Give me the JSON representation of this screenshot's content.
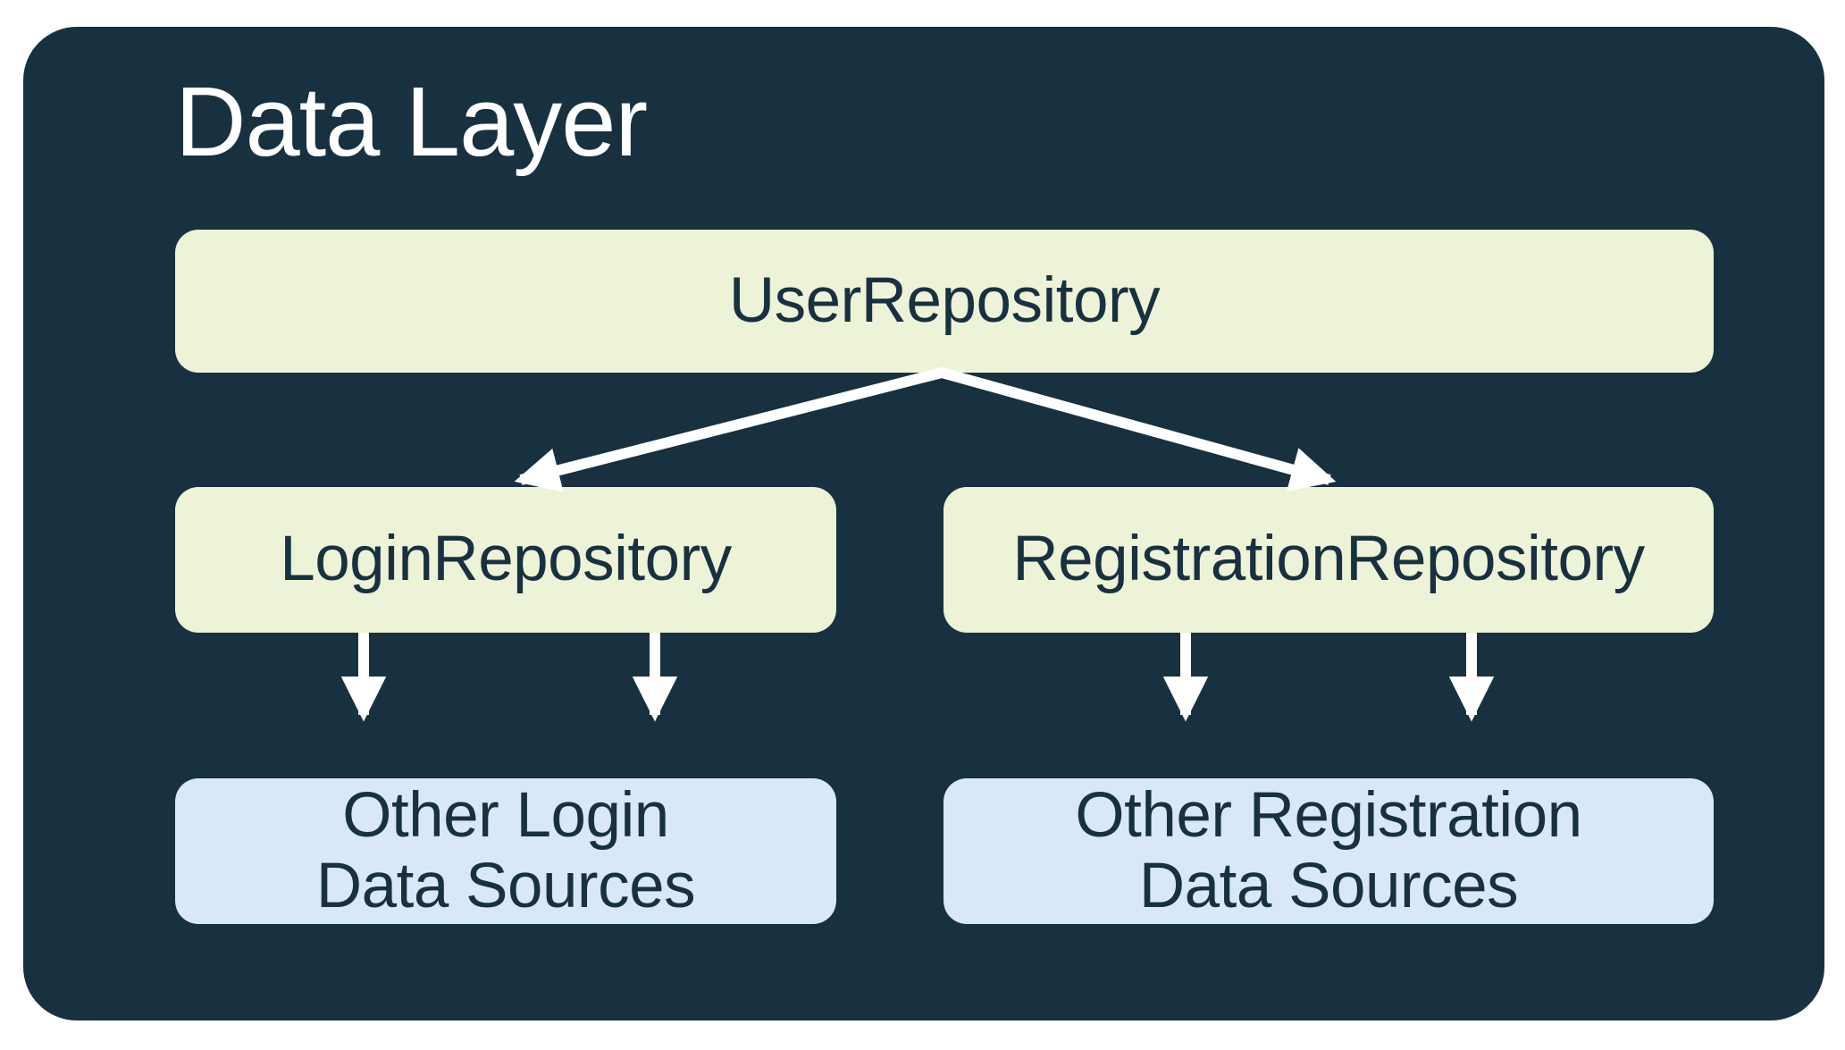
{
  "diagram": {
    "title": "Data Layer",
    "nodes": {
      "user_repository": {
        "label": "UserRepository",
        "kind": "repository"
      },
      "login_repository": {
        "label": "LoginRepository",
        "kind": "repository"
      },
      "registration_repository": {
        "label": "RegistrationRepository",
        "kind": "repository"
      },
      "other_login_sources": {
        "line1": "Other Login",
        "line2": "Data Sources",
        "kind": "data-source"
      },
      "other_registration_sources": {
        "line1": "Other Registration",
        "line2": "Data Sources",
        "kind": "data-source"
      }
    },
    "edges": [
      {
        "from": "UserRepository",
        "to": "LoginRepository"
      },
      {
        "from": "UserRepository",
        "to": "RegistrationRepository"
      },
      {
        "from": "LoginRepository",
        "to": "Other Login Data Sources"
      },
      {
        "from": "LoginRepository",
        "to": "Other Login Data Sources"
      },
      {
        "from": "RegistrationRepository",
        "to": "Other Registration Data Sources"
      },
      {
        "from": "RegistrationRepository",
        "to": "Other Registration Data Sources"
      }
    ],
    "colors": {
      "page_background": "#ffffff",
      "container_background": "#183140",
      "repository_box": "#EDF3D6",
      "data_source_box": "#D8E8FA",
      "box_text": "#183140",
      "title_text": "#ffffff",
      "arrow": "#ffffff"
    }
  }
}
